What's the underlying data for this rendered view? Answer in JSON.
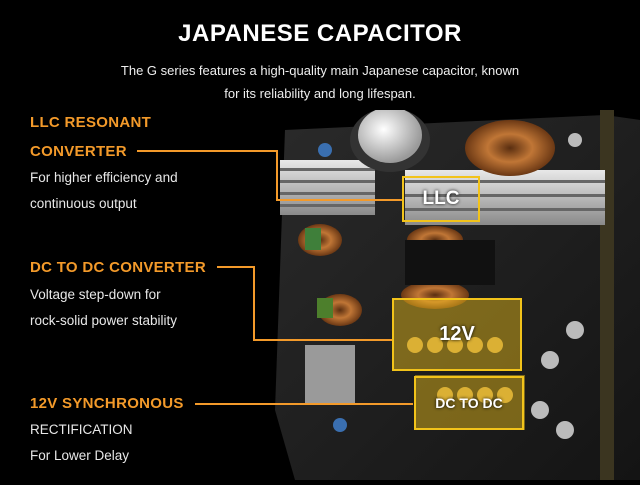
{
  "title": "JAPANESE CAPACITOR",
  "subtitle": {
    "line1": "The G series features a high-quality main Japanese capacitor, known",
    "line2": "for its reliability and long lifespan."
  },
  "features": [
    {
      "heading_line1": "LLC RESONANT",
      "heading_line2": "CONVERTER",
      "desc_line1": "For higher efficiency and",
      "desc_line2": "continuous output"
    },
    {
      "heading": "DC TO DC CONVERTER",
      "desc_line1": "Voltage step-down for",
      "desc_line2": "rock-solid power stability"
    },
    {
      "heading": "12V SYNCHRONOUS",
      "desc_line1": "RECTIFICATION",
      "desc_line2": "For Lower Delay"
    }
  ],
  "callouts": {
    "llc": "LLC",
    "v12": "12V",
    "dcdc": "DC TO DC"
  },
  "colors": {
    "accent": "#f39a2a",
    "highlight": "#f2c31a",
    "background": "#000000"
  }
}
